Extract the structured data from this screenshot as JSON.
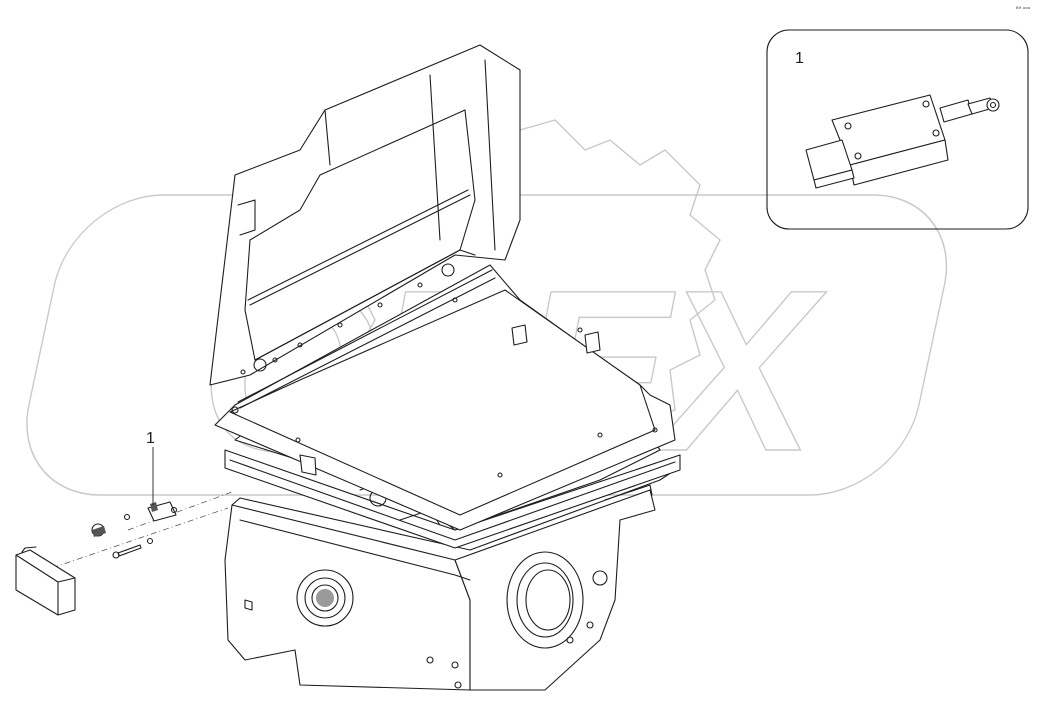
{
  "watermark": {
    "text": "OPEX"
  },
  "callouts": [
    {
      "id": "main",
      "label": "1"
    },
    {
      "id": "inset",
      "label": "1"
    }
  ],
  "corner_mark": {
    "text": "ᴮ⁹ ᵒᵒᵒ"
  },
  "colors": {
    "line": "#1e1e1e",
    "watermark": "#c9c9c9",
    "background": "#ffffff"
  }
}
